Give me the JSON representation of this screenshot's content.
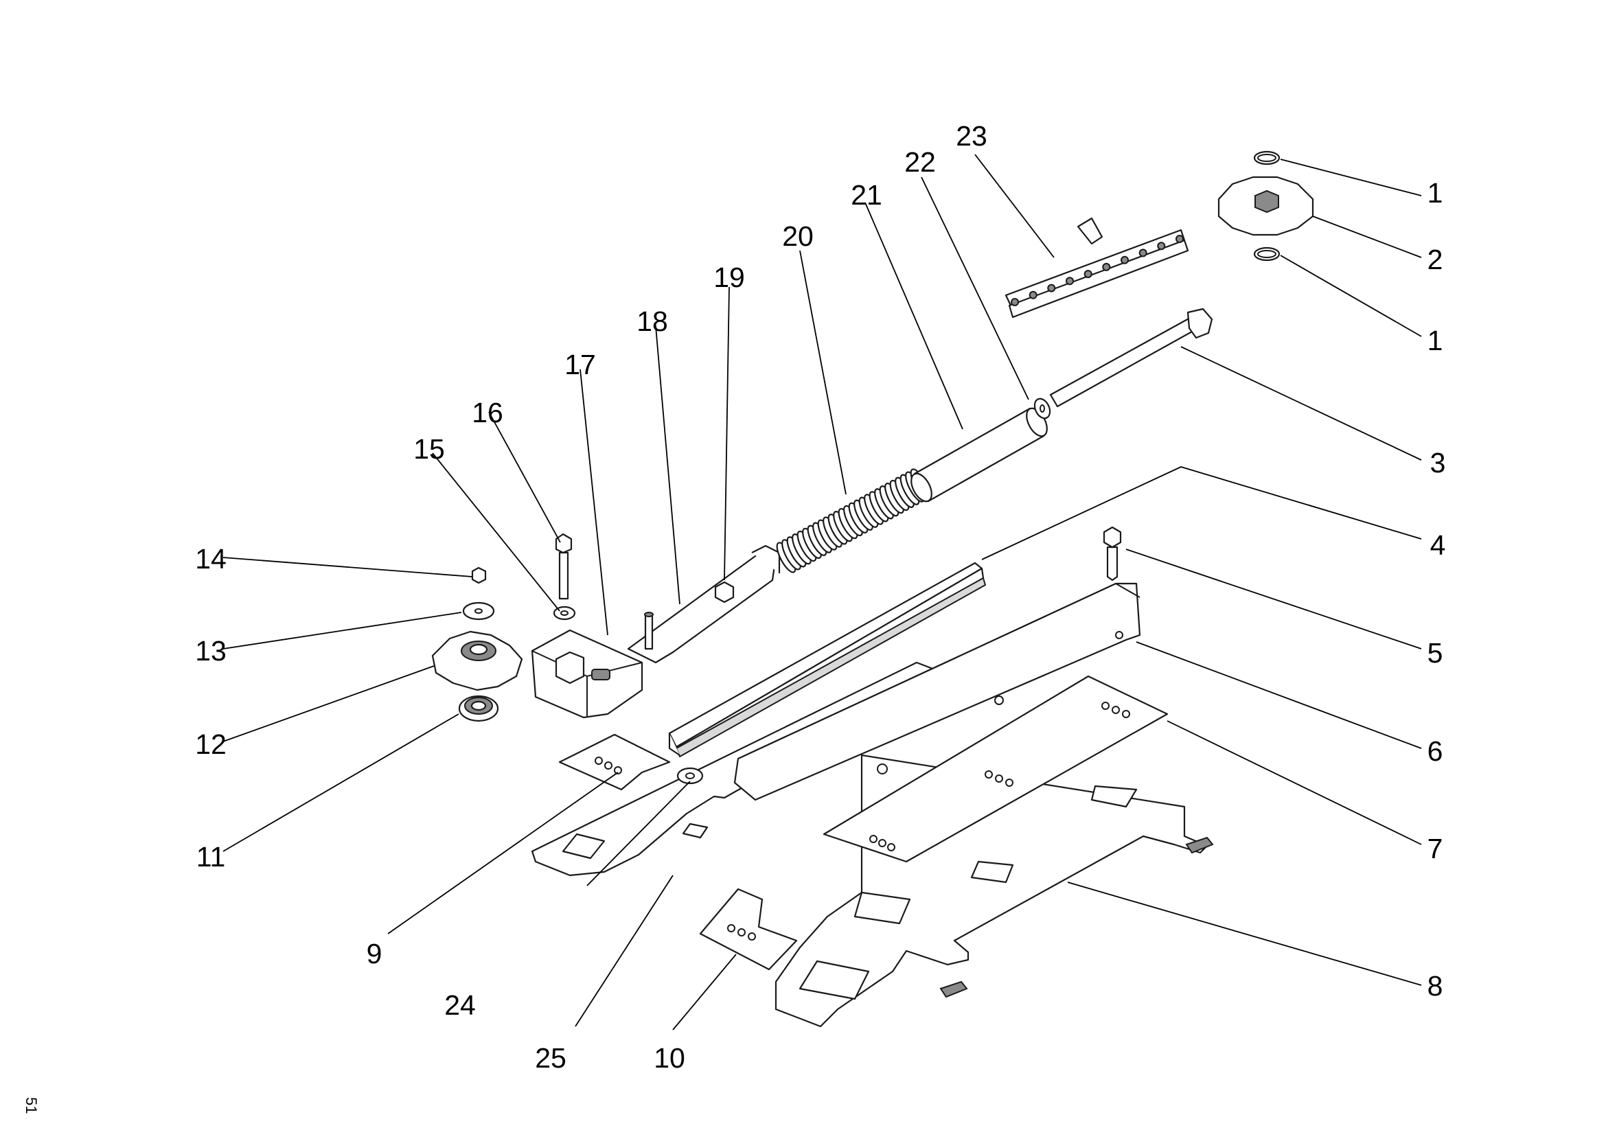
{
  "page_number": "51",
  "callouts": [
    "1",
    "2",
    "1",
    "3",
    "4",
    "5",
    "6",
    "7",
    "8",
    "9",
    "10",
    "11",
    "12",
    "13",
    "14",
    "15",
    "16",
    "17",
    "18",
    "19",
    "20",
    "21",
    "22",
    "23",
    "24",
    "25"
  ]
}
